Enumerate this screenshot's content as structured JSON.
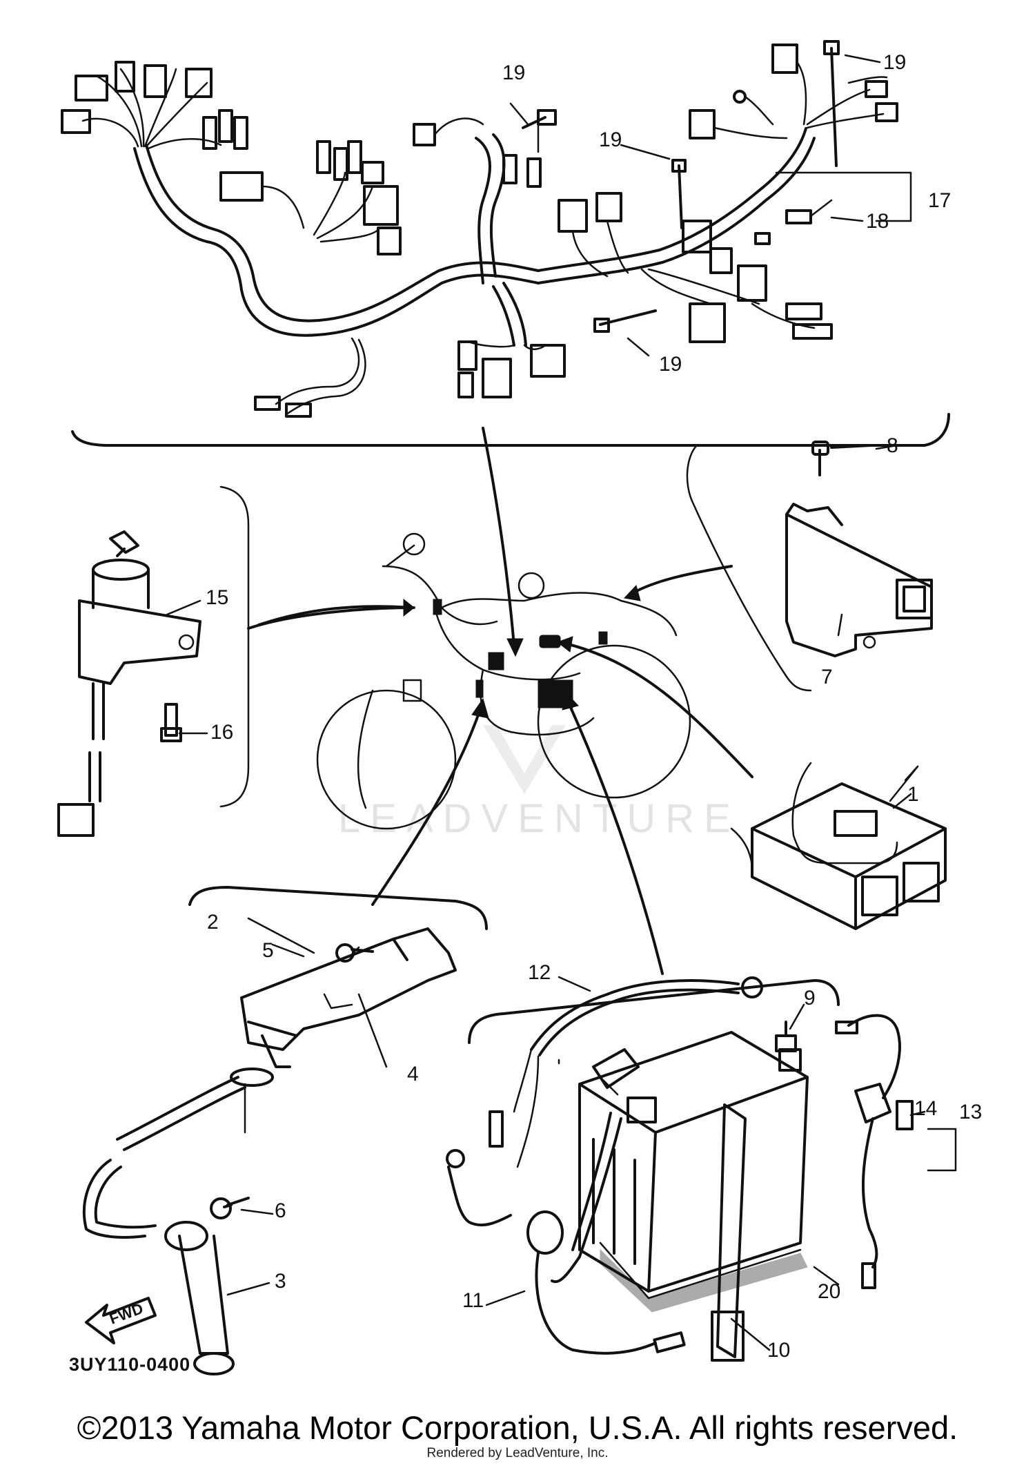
{
  "diagram": {
    "part_code": "3UY110-0400",
    "watermark": "LEADVENTURE",
    "fwd_arrow_text": "FWD",
    "callouts": [
      {
        "id": "1",
        "label": "1"
      },
      {
        "id": "2",
        "label": "2"
      },
      {
        "id": "3",
        "label": "3"
      },
      {
        "id": "4",
        "label": "4"
      },
      {
        "id": "5",
        "label": "5"
      },
      {
        "id": "6",
        "label": "6"
      },
      {
        "id": "7",
        "label": "7"
      },
      {
        "id": "8",
        "label": "8"
      },
      {
        "id": "9",
        "label": "9"
      },
      {
        "id": "10",
        "label": "10"
      },
      {
        "id": "11",
        "label": "11"
      },
      {
        "id": "12",
        "label": "12"
      },
      {
        "id": "13",
        "label": "13"
      },
      {
        "id": "14",
        "label": "14"
      },
      {
        "id": "15",
        "label": "15"
      },
      {
        "id": "16",
        "label": "16"
      },
      {
        "id": "17",
        "label": "17"
      },
      {
        "id": "18",
        "label": "18"
      },
      {
        "id": "19a",
        "label": "19"
      },
      {
        "id": "19b",
        "label": "19"
      },
      {
        "id": "19c",
        "label": "19"
      },
      {
        "id": "19d",
        "label": "19"
      },
      {
        "id": "20",
        "label": "20"
      }
    ]
  },
  "footer": {
    "copyright": "©2013 Yamaha Motor Corporation, U.S.A. All rights reserved.",
    "rendered_by": "Rendered by LeadVenture, Inc."
  }
}
